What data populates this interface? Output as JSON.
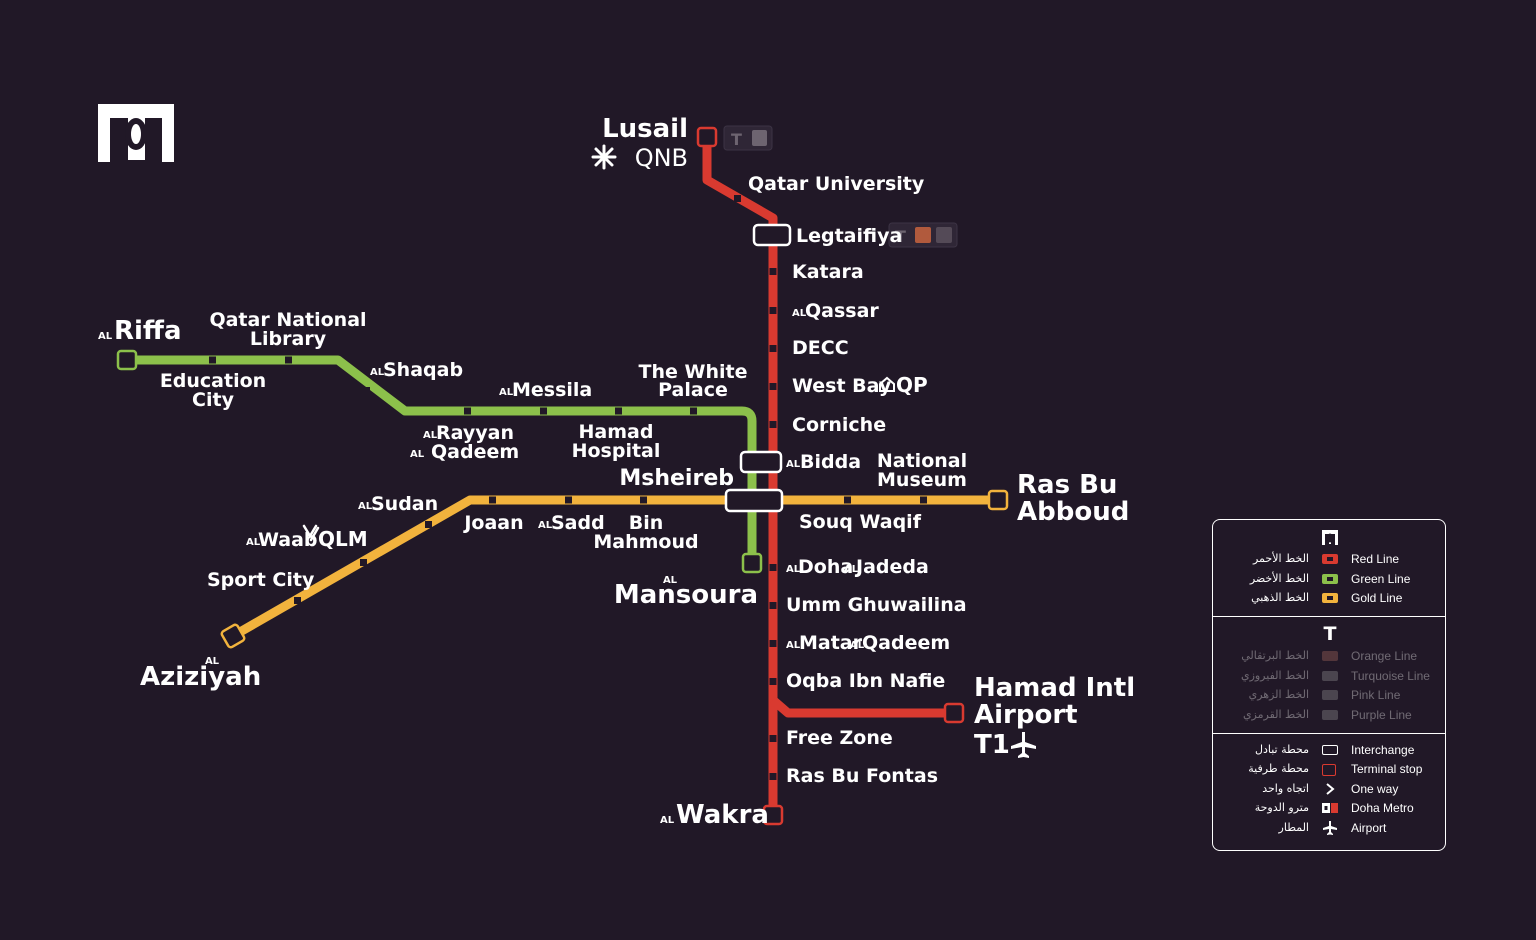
{
  "colors": {
    "background": "#211827",
    "red_line": "#d93a30",
    "green_line": "#8cc04b",
    "gold_line": "#f2b33d",
    "station_fill": "#211827",
    "text": "#ffffff"
  },
  "logo": {
    "icon": "doha-metro-logo-icon"
  },
  "red": {
    "lusail": "Lusail",
    "lusail_sponsor": "QNB",
    "qatar_university": "Qatar University",
    "legtaifiya": "Legtaifiya",
    "katara": "Katara",
    "qassar": "Qassar",
    "decc": "DECC",
    "west_bay": "West Bay",
    "west_bay_sponsor": "QP",
    "corniche": "Corniche",
    "bidda": "Bidda",
    "national_museum_1": "National",
    "national_museum_2": "Museum",
    "doha": "Doha",
    "jadeda": "Jadeda",
    "umm_ghuwailina": "Umm Ghuwailina",
    "matar": "Matar",
    "matar_qadeem": "Qadeem",
    "oqba": "Oqba Ibn Nafie",
    "free_zone": "Free Zone",
    "ras_bu_fontas": "Ras Bu Fontas",
    "wakra": "Wakra",
    "airport_1": "Hamad Intl",
    "airport_2": "Airport",
    "airport_3": "T1"
  },
  "green": {
    "riffa": "Riffa",
    "education_city_1": "Education",
    "education_city_2": "City",
    "qnl_1": "Qatar National",
    "qnl_2": "Library",
    "shaqab": "Shaqab",
    "rayyan": "Rayyan",
    "rayyan_qadeem": "Qadeem",
    "messila": "Messila",
    "hamad_hospital_1": "Hamad",
    "hamad_hospital_2": "Hospital",
    "white_palace_1": "The White",
    "white_palace_2": "Palace",
    "msheireb": "Msheireb",
    "mansoura": "Mansoura"
  },
  "gold": {
    "aziziyah": "Aziziyah",
    "sport_city": "Sport City",
    "waab": "Waab",
    "waab_sponsor": "QLM",
    "sudan": "Sudan",
    "joaan": "Joaan",
    "sadd": "Sadd",
    "bin_mahmoud_1": "Bin",
    "bin_mahmoud_2": "Mahmoud",
    "souq_waqif": "Souq Waqif",
    "ras_bu_abboud_1": "Ras Bu",
    "ras_bu_abboud_2": "Abboud"
  },
  "al_prefix": "AL",
  "legend": {
    "metro_lines": [
      {
        "ar": "الخط الأحمر",
        "en": "Red Line",
        "color": "#d93a30"
      },
      {
        "ar": "الخط الأخضر",
        "en": "Green Line",
        "color": "#8cc04b"
      },
      {
        "ar": "الخط الذهبي",
        "en": "Gold Line",
        "color": "#f2b33d"
      }
    ],
    "tram_lines": [
      {
        "ar": "الخط البرتقالي",
        "en": "Orange Line"
      },
      {
        "ar": "الخط الفيروزي",
        "en": "Turquoise Line"
      },
      {
        "ar": "الخط الزهري",
        "en": "Pink Line"
      },
      {
        "ar": "الخط القرمزي",
        "en": "Purple Line"
      }
    ],
    "symbols": [
      {
        "ar": "محطة تبادل",
        "en": "Interchange",
        "icon": "interchange-icon"
      },
      {
        "ar": "محطة طرفية",
        "en": "Terminal stop",
        "icon": "terminal-stop-icon"
      },
      {
        "ar": "اتجاه واحد",
        "en": "One way",
        "icon": "one-way-chevron-icon"
      },
      {
        "ar": "مترو الدوحة",
        "en": "Doha Metro",
        "icon": "doha-metro-icon"
      },
      {
        "ar": "المطار",
        "en": "Airport",
        "icon": "airport-icon"
      }
    ]
  }
}
